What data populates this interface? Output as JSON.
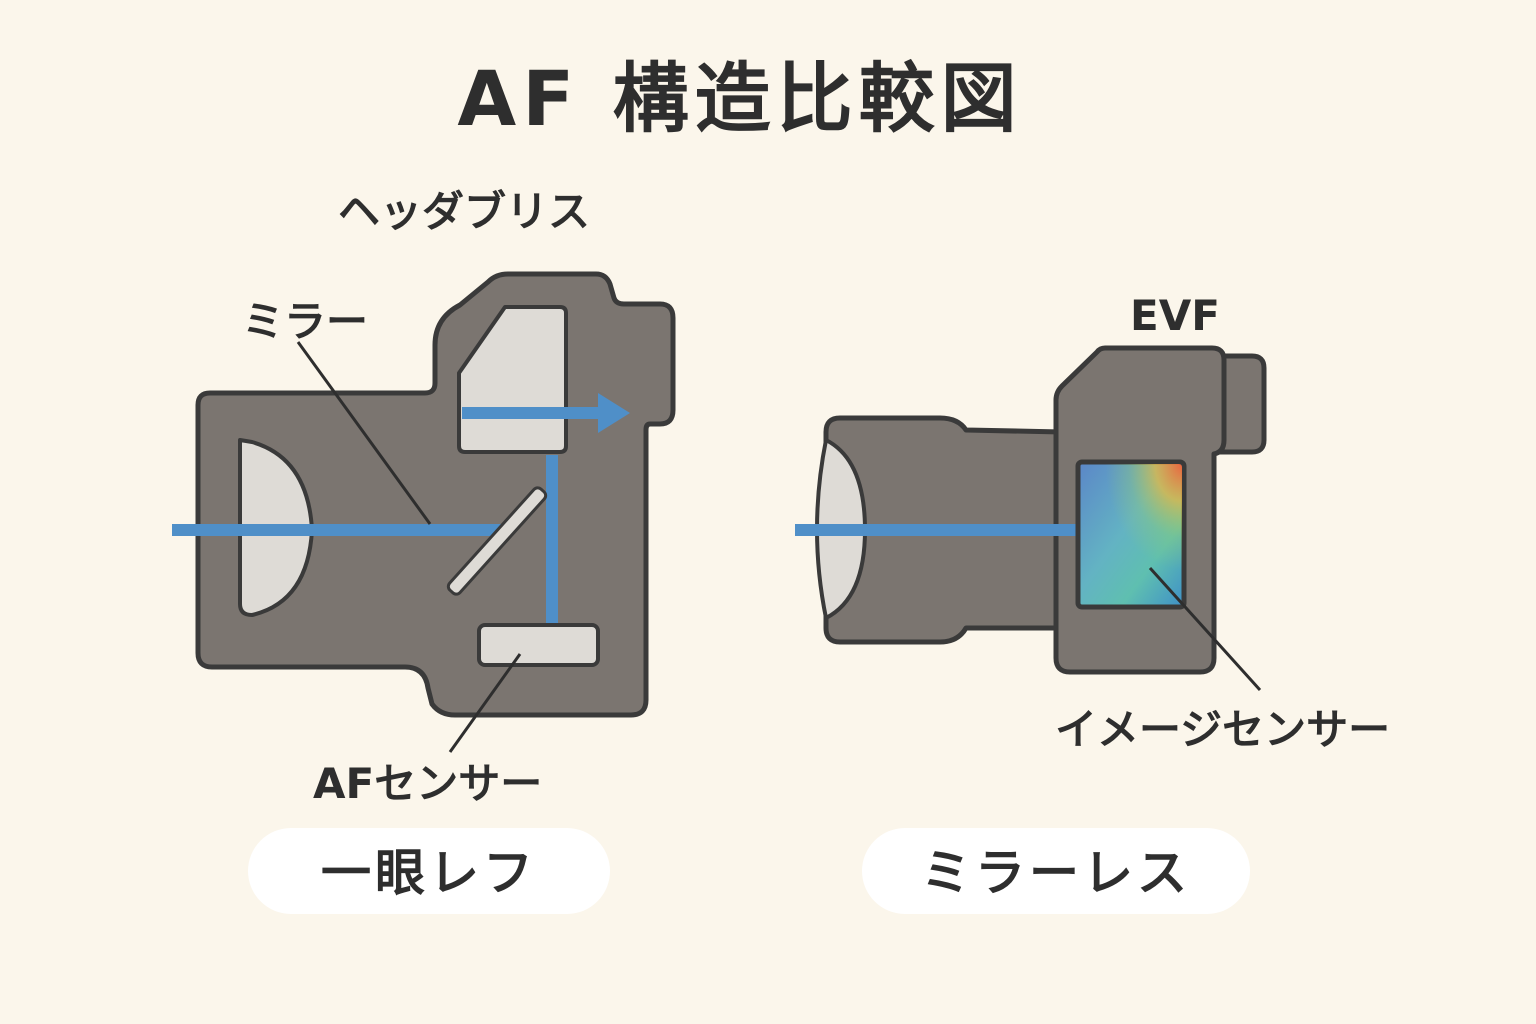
{
  "title": "AF 構造比較図",
  "dslr": {
    "caption": "一眼レフ",
    "labels": {
      "pentaprism": "ヘッダブリス",
      "mirror": "ミラー",
      "af_sensor": "AFセンサー"
    }
  },
  "mirrorless": {
    "caption": "ミラーレス",
    "labels": {
      "evf": "EVF",
      "image_sensor": "イメージセンサー"
    }
  },
  "colors": {
    "background": "#FBF6EB",
    "body": "#7B7570",
    "outline": "#3A3A3A",
    "light_path": "#4F8FC8",
    "element": "#DEDBD6",
    "pill": "#FFFFFF",
    "text": "#2E2E2E"
  }
}
